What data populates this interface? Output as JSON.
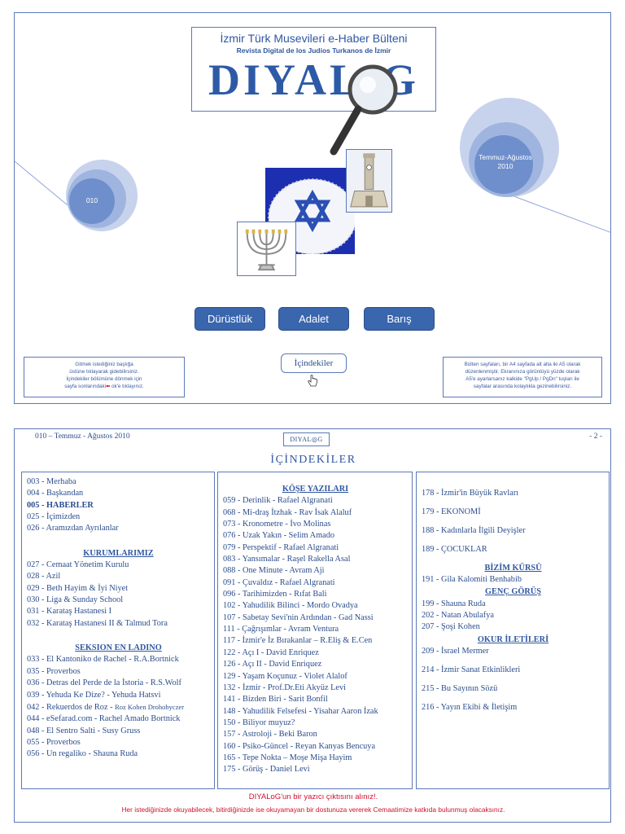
{
  "cover": {
    "title_main": "İzmir Türk Musevileri e-Haber Bülteni",
    "title_sub": "Revista Digital de los Judios Turkanos de İzmir",
    "logo_text": "DIYAL",
    "logo_o": "o",
    "logo_g": "G",
    "issue_number": "010",
    "issue_date_line1": "Temmuz-Ağustos",
    "issue_date_line2": "2010",
    "values": [
      "Dürüstlük",
      "Adalet",
      "Barış"
    ],
    "contents_button": "İçindekiler",
    "note_left": [
      "Gitmek istediğiniz başlığa",
      "üstüne tıklayarak gidebilirsiniz.",
      "İçindekiler bölümüne dönmek için",
      "sayfa sonlarındaki",
      " ok'e tıklayınız."
    ],
    "note_right": [
      "Bülten sayfaları, bir A4 sayfada alt alta iki A5 olarak",
      "düzenlenmiştir. Ekranınıza görüntüyü yüzde olarak",
      "A5'e ayarlarsanız kalkide \"PgUp / PgDn\" tuşları ile",
      "sayfalar arasında kolaylıkla gezinebilirsiniz."
    ],
    "icons": [
      "magnifier-icon",
      "kippah-star-of-david-image",
      "izmir-clock-tower-image",
      "menorah-image",
      "hand-pointer-icon"
    ],
    "colors": {
      "accent": "#3a66ad",
      "border": "#5b79b8",
      "red": "#d0102f",
      "circle_light": "#c7d3ec",
      "circle_mid": "#9fb5df",
      "circle_dark": "#6f8fcc"
    }
  },
  "toc": {
    "header_left": "010 – Temmuz - Ağustos 2010",
    "header_right": "- 2 -",
    "mini_logo": "DIYAL◎G",
    "title": "İÇİNDEKİLER",
    "col1": {
      "items_a": [
        {
          "text": "003 - Merhaba"
        },
        {
          "text": "004 - Başkandan"
        },
        {
          "text": "005 - HABERLER",
          "bold": true
        },
        {
          "text": "025 - İçimizden"
        },
        {
          "text": "026 - Aramızdan Ayrılanlar"
        }
      ],
      "head_b": "KURUMLARIMIZ",
      "items_b": [
        {
          "text": "027 - Cemaat Yönetim Kurulu"
        },
        {
          "text": "028 - Azil"
        },
        {
          "text": "029 - Beth Hayim & İyi Niyet"
        },
        {
          "text": "030 - Liga & Sunday School"
        },
        {
          "text": "031 - Karataş Hastanesi I"
        },
        {
          "text": "032 - Karataş Hastanesi II & Talmud Tora"
        }
      ],
      "head_c": "SEKSION EN LADINO",
      "items_c": [
        {
          "text": "033 - El Kantoniko de Rachel - R.A.Bortnick"
        },
        {
          "text": "035 - Proverbos"
        },
        {
          "text": "036 - Detras del Perde de la İstoria - R.S.Wolf"
        },
        {
          "text": "039 - Yehuda Ke Dize? - Yehuda Hatsvi"
        },
        {
          "text": "042 - Rekuerdos de Roz - ",
          "small": "Roz Kohen Drohobyczer"
        },
        {
          "text": "044 - eSefarad.com - Rachel Amado Bortnick"
        },
        {
          "text": "048 - El Sentro Salti - Susy Gruss"
        },
        {
          "text": "055 - Proverbos"
        },
        {
          "text": "056 - Un regaliko - Shauna Ruda"
        }
      ]
    },
    "col2": {
      "head": "KÖŞE YAZILARI",
      "items": [
        "059 - Derinlik - Rafael Algranati",
        "068 - Mi-draş İtzhak - Rav İsak Alaluf",
        "073 - Kronometre - İvo Molinas",
        "076 - Uzak Yakın - Selim Amado",
        "079 - Perspektif - Rafael Algranati",
        "083 - Yansımalar - Raşel Rakella Asal",
        "088 - One Minute - Avram Aji",
        "091 - Çuvaldız - Rafael Algranati",
        "096 - Tarihimizden - Rıfat Bali",
        "102 - Yahudilik Bilinci - Mordo Ovadya",
        "107 - Sabetay Sevi'nin Ardından - Gad Nassi",
        "111 - Çağrışımlar - Avram Ventura",
        "117 - İzmir'e İz Bırakanlar – R.Eliş & E.Cen",
        "122 - Açı I - David Enriquez",
        "126 - Açı II - David Enriquez",
        "129 - Yaşam Koçunuz - Violet Alalof",
        "132 - İzmir - Prof.Dr.Eti Akyüz Levi",
        "141 - Bizden Biri - Sarit Bonfil",
        "148 - Yahudilik Felsefesi - Yisahar Aaron İzak",
        "150 - Biliyor muyuz?",
        "157 - Astroloji - Beki Baron",
        "160 - Psiko-Güncel - Reyan Kanyas Bencuya",
        "165 - Tepe Nokta – Moşe Mişa Hayim",
        "175 - Görüş - Daniel Levi"
      ]
    },
    "col3": {
      "items_a": [
        "178 - İzmir'in Büyük Ravları",
        "179 - EKONOMİ",
        "188 - Kadınlarla İlgili Deyişler",
        "189 - ÇOCUKLAR"
      ],
      "head_b": "BİZİM KÜRSÜ",
      "items_b": [
        "191 - Gila Kalomiti Benhabib"
      ],
      "head_c": "GENÇ GÖRÜŞ",
      "items_c": [
        "199 - Shauna Ruda",
        "202 - Natan Abulafya",
        "207 - Şoşi Kohen"
      ],
      "head_d": "OKUR İLETİLERİ",
      "items_d": [
        "209 - İsrael Mermer",
        "214 - İzmir Sanat Etkinlikleri",
        "215 - Bu Sayının Sözü",
        "216 - Yayın Ekibi & İletişim"
      ]
    },
    "footer_brand": "DIYALoG",
    "footer_line1_rest": "'un bir yazıcı çıktısını alınız!.",
    "footer_line2": "Her istediğinizde okuyabilecek, bitirdiğinizde ise okuyamayan bir dostunuza vererek Cemaatimize katkıda bulunmuş olacaksınız."
  }
}
